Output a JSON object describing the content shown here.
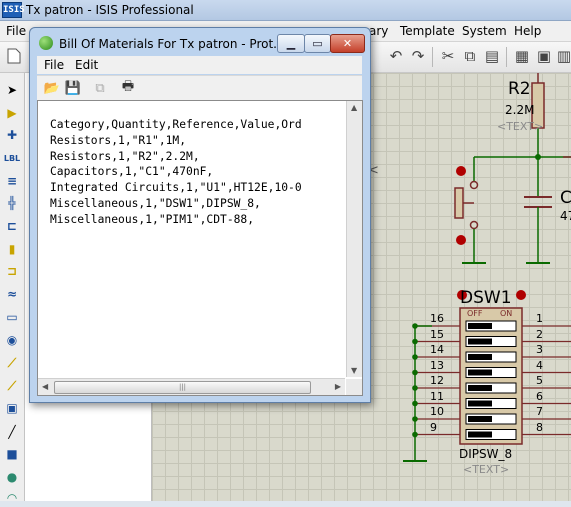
{
  "main_window": {
    "logo_text": "ISIS",
    "title": "Tx patron - ISIS Professional",
    "menu": {
      "file": "File",
      "library_fragment": "ary",
      "template": "Template",
      "system": "System",
      "help": "Help"
    }
  },
  "bom_window": {
    "title": "Bill Of Materials For Tx patron - Prot...",
    "menu": {
      "file": "File",
      "edit": "Edit"
    },
    "lines": [
      "Category,Quantity,Reference,Value,Ord",
      "Resistors,1,\"R1\",1M,",
      "Resistors,1,\"R2\",2.2M,",
      "Capacitors,1,\"C1\",470nF,",
      "Integrated Circuits,1,\"U1\",HT12E,10-0",
      "Miscellaneous,1,\"DSW1\",DIPSW_8,",
      "Miscellaneous,1,\"PIM1\",CDT-88,"
    ]
  },
  "schematic": {
    "r2_ref": "R2",
    "r2_value": "2.2M",
    "r2_text": "<TEXT>",
    "c1_ref_fragment": "C",
    "c1_value_fragment": "47",
    "dsw_ref": "DSW1",
    "dsw_off": "OFF",
    "dsw_on": "ON",
    "dsw_value": "DIPSW_8",
    "dsw_text": "<TEXT>",
    "left_pins": [
      "16",
      "15",
      "14",
      "13",
      "12",
      "11",
      "10",
      "9"
    ],
    "right_pins": [
      "1",
      "2",
      "3",
      "4",
      "5",
      "6",
      "7",
      "8"
    ],
    "canvas_marker": "<"
  }
}
